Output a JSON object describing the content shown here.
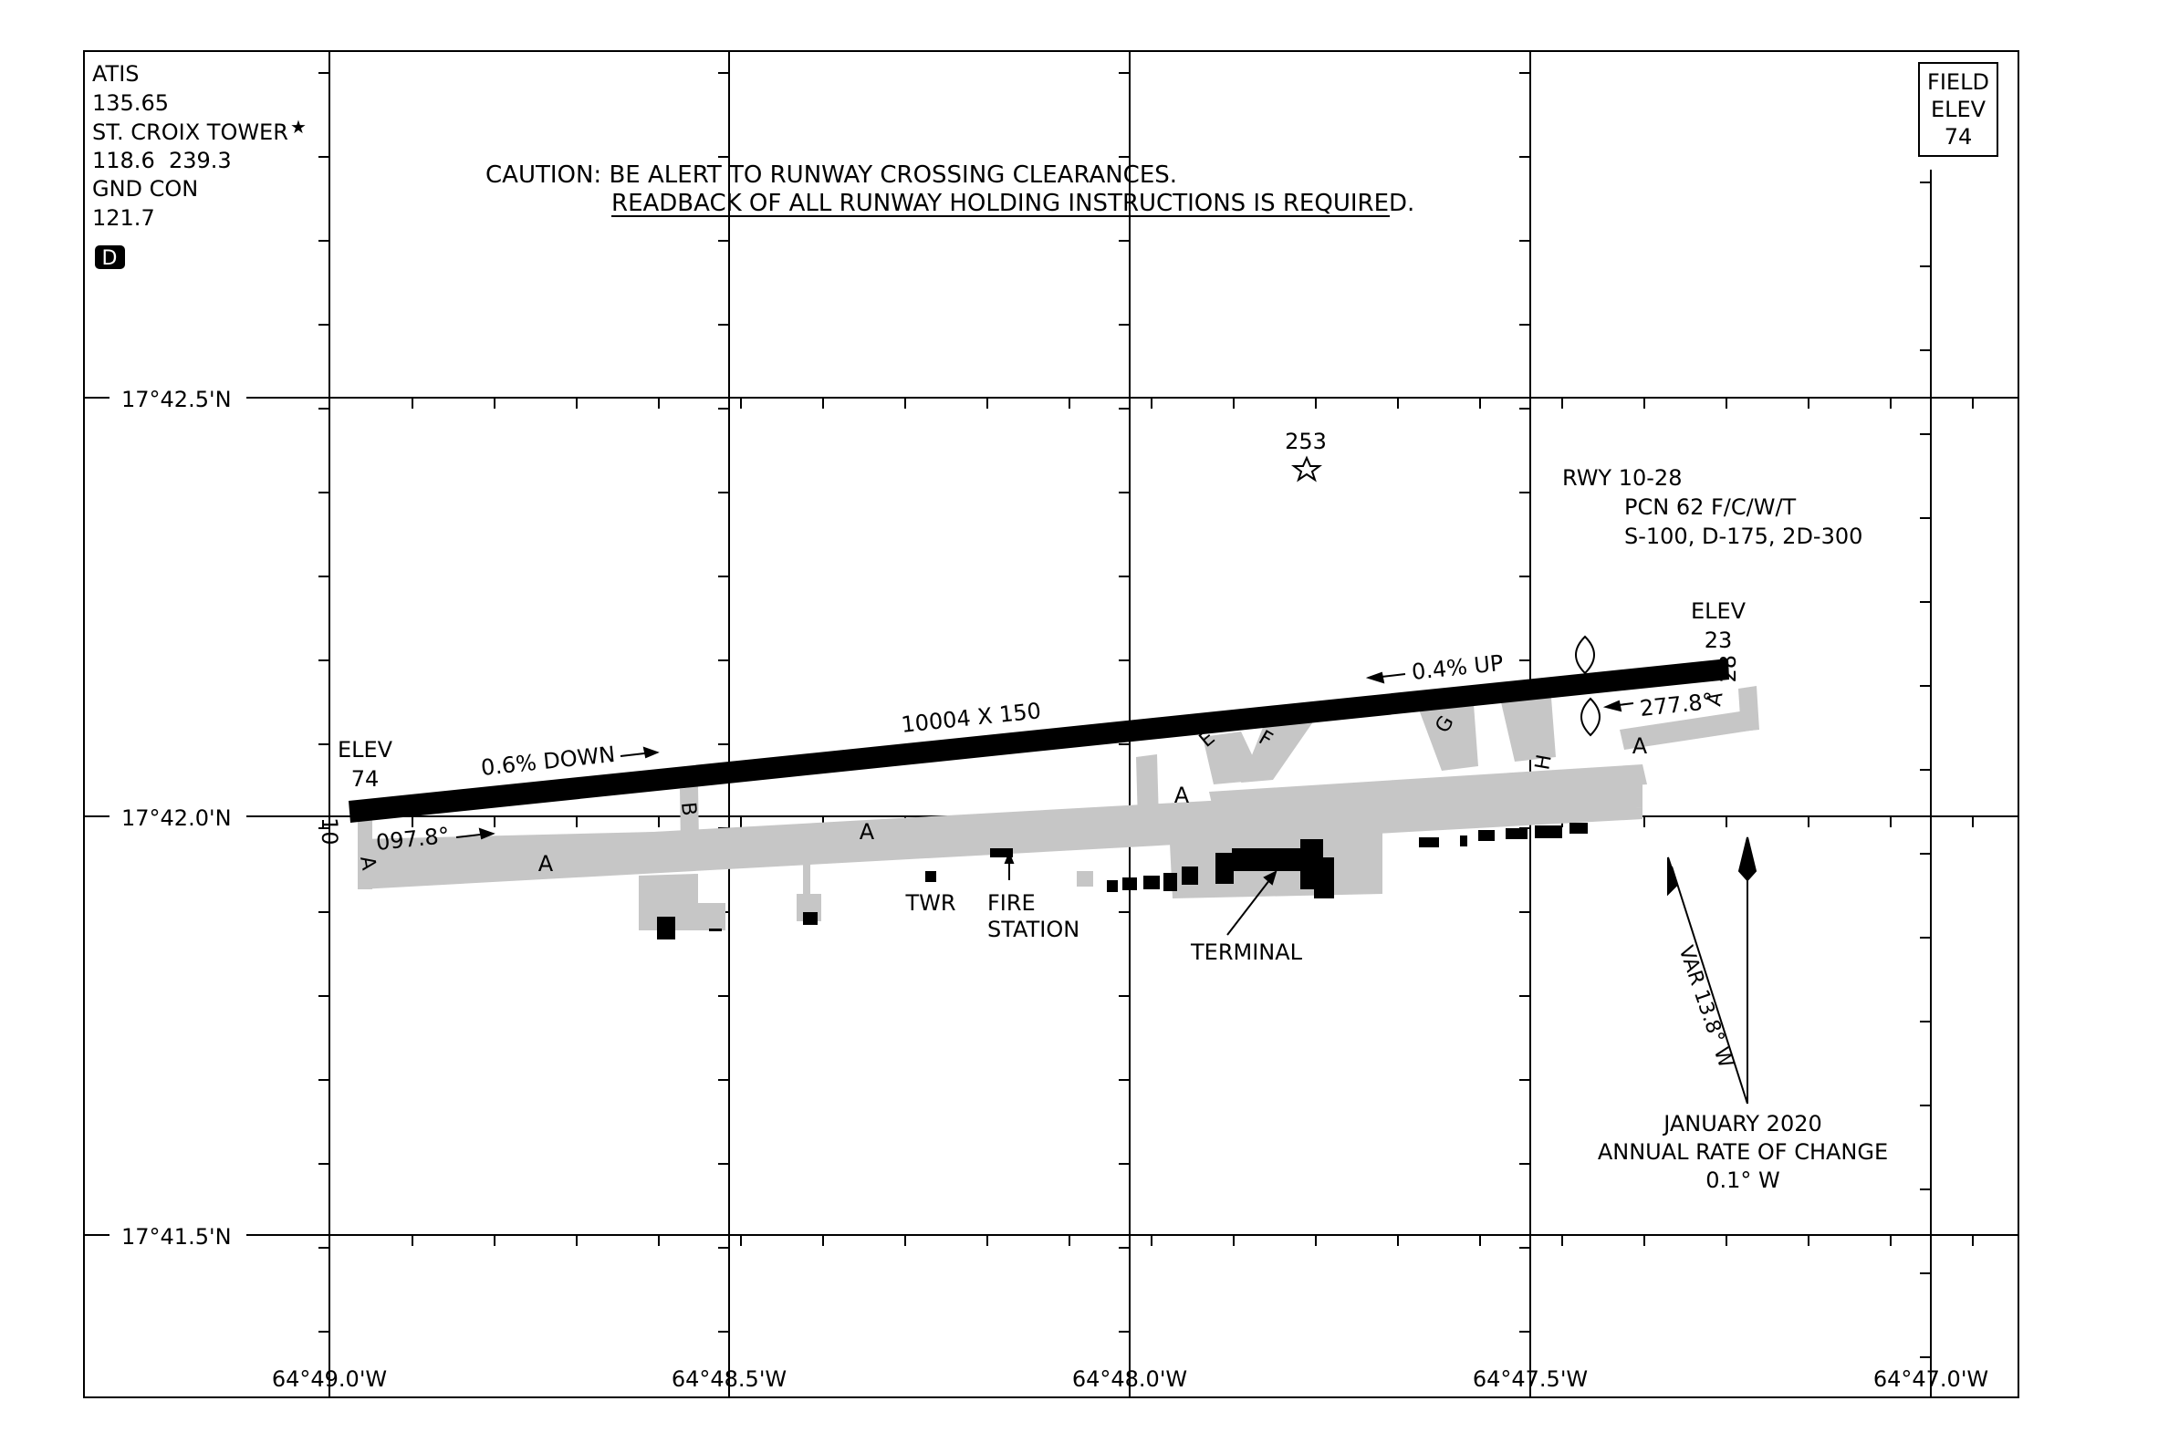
{
  "comms": {
    "atis_label": "ATIS",
    "atis_freq": "135.65",
    "tower_label": "ST. CROIX TOWER",
    "tower_freqs": "118.6  239.3",
    "gnd_label": "GND CON",
    "gnd_freq": "121.7",
    "d_badge": "D"
  },
  "field_elev": {
    "line1": "FIELD",
    "line2": "ELEV",
    "value": "74"
  },
  "caution": {
    "line1": "CAUTION: BE ALERT TO RUNWAY CROSSING CLEARANCES.",
    "line2": "READBACK OF ALL RUNWAY HOLDING INSTRUCTIONS IS REQUIRED."
  },
  "latitudes": [
    "17°42.5'N",
    "17°42.0'N",
    "17°41.5'N"
  ],
  "longitudes": [
    "64°49.0'W",
    "64°48.5'W",
    "64°48.0'W",
    "64°47.5'W",
    "64°47.0'W"
  ],
  "runway": {
    "dims": "10004 X 150",
    "end_10": "10",
    "end_28": "28",
    "elev_label": "ELEV",
    "elev_10": "74",
    "elev_28": "23",
    "slope_west": "0.6% DOWN",
    "slope_east": "0.4% UP",
    "hdg_10": "097.8°",
    "hdg_28": "277.8°",
    "info_title": "RWY 10-28",
    "info_pcn": "PCN 62 F/C/W/T",
    "info_strength": "S-100, D-175, 2D-300"
  },
  "obstacle": {
    "height": "253"
  },
  "taxiways": {
    "A": "A",
    "B": "B",
    "E": "E",
    "F": "F",
    "G": "G",
    "H": "H"
  },
  "facilities": {
    "twr": "TWR",
    "fire1": "FIRE",
    "fire2": "STATION",
    "terminal": "TERMINAL"
  },
  "magvar": {
    "var": "VAR 13.8° W",
    "date": "JANUARY 2020",
    "rate_label": "ANNUAL RATE OF CHANGE",
    "rate": "0.1° W"
  },
  "colors": {
    "runway": "#000000",
    "taxiway": "#c6c6c6",
    "building": "#000000"
  }
}
